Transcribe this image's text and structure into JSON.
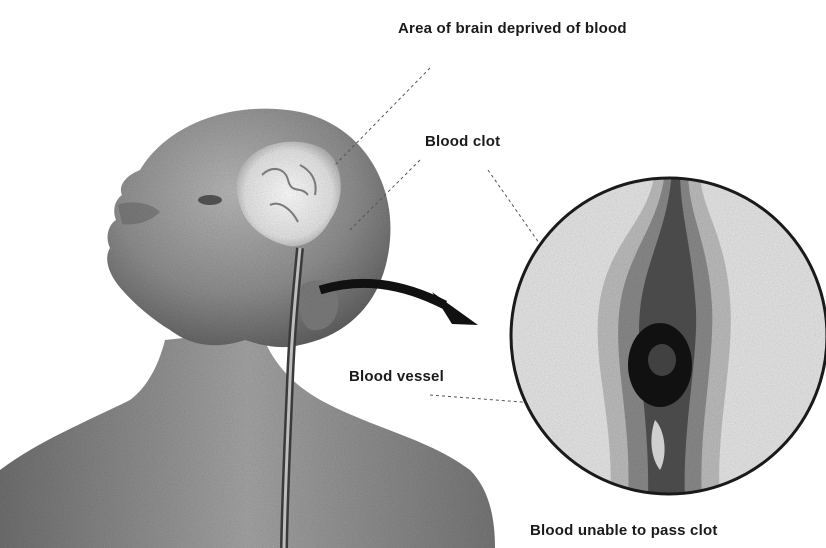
{
  "labels": {
    "area_deprived": "Area of brain deprived of blood",
    "blood_clot": "Blood clot",
    "blood_vessel": "Blood vessel",
    "blood_unable": "Blood unable to pass clot"
  },
  "colors": {
    "ink": "#1a1a1a",
    "skin_shade": "#8a8a8a",
    "brain_highlight": "#f2f2f2",
    "circle_fill": "#e6e6e6",
    "vessel_wall": "#bdbdbd",
    "vessel_inner": "#4a4a4a",
    "clot": "#111111"
  }
}
